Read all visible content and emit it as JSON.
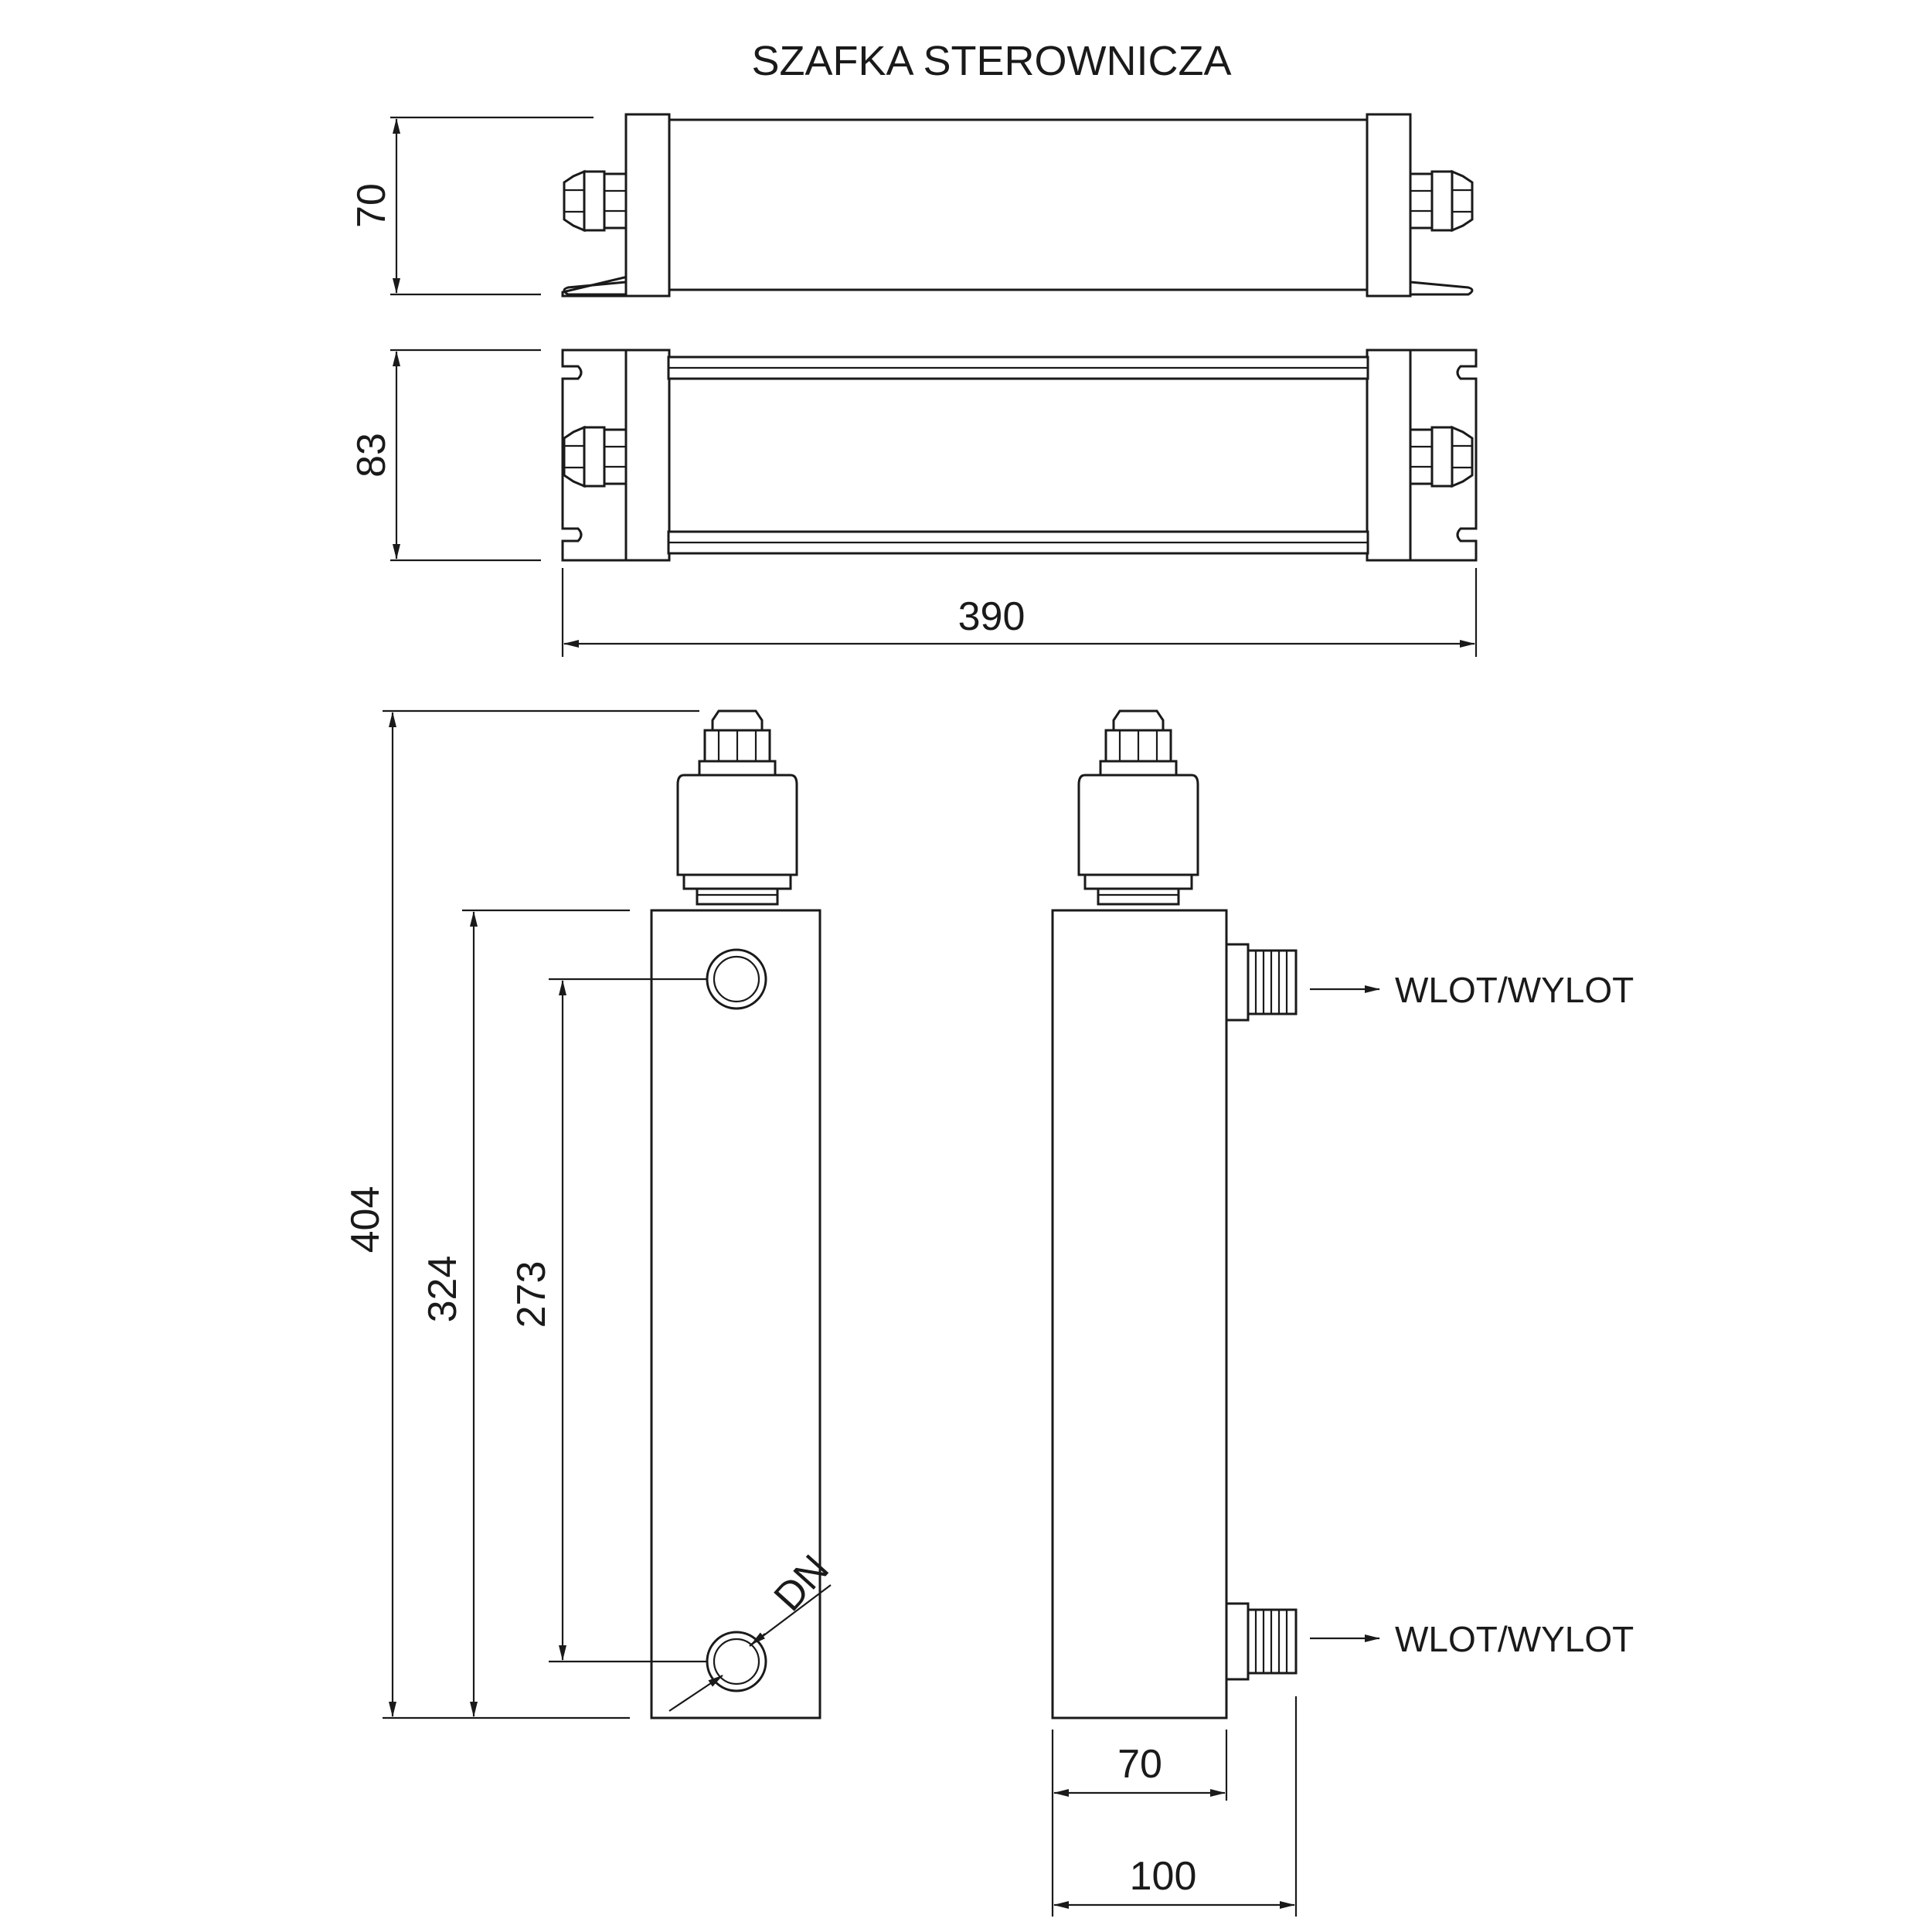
{
  "title": "SZAFKA STEROWNICZA",
  "dimensions": {
    "cabinet_height": "70",
    "cabinet_depth": "83",
    "cabinet_width": "390",
    "overall_height": "404",
    "body_height": "324",
    "port_spacing": "273",
    "port_diameter": "DN",
    "body_width": "70",
    "total_width": "100"
  },
  "labels": {
    "port_top": "WLOT/WYLOT",
    "port_bottom": "WLOT/WYLOT"
  },
  "colors": {
    "line": "#1a1a1a",
    "background": "#ffffff"
  }
}
